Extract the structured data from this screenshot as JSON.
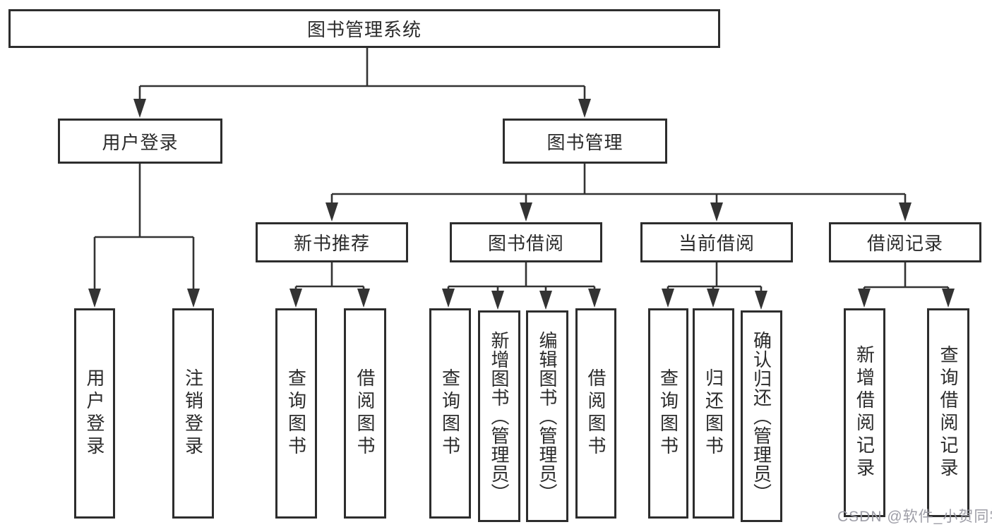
{
  "diagram_type": "hierarchy-tree",
  "colors": {
    "line": "#333333",
    "box_border": "#2d2d2d",
    "text": "#2b2b2b",
    "background": "#ffffff",
    "watermark": "#9898a1"
  },
  "tree": {
    "label": "图书管理系统",
    "children": [
      {
        "label": "用户登录",
        "children": [
          {
            "label": "用户登录"
          },
          {
            "label": "注销登录"
          }
        ]
      },
      {
        "label": "图书管理",
        "children": [
          {
            "label": "新书推荐",
            "children": [
              {
                "label": "查询图书"
              },
              {
                "label": "借阅图书"
              }
            ]
          },
          {
            "label": "图书借阅",
            "children": [
              {
                "label": "查询图书"
              },
              {
                "label": "新增图书（管理员）"
              },
              {
                "label": "编辑图书（管理员）"
              },
              {
                "label": "借阅图书"
              }
            ]
          },
          {
            "label": "当前借阅",
            "children": [
              {
                "label": "查询图书"
              },
              {
                "label": "归还图书"
              },
              {
                "label": "确认归还（管理员）"
              }
            ]
          },
          {
            "label": "借阅记录",
            "children": [
              {
                "label": "新增借阅记录"
              },
              {
                "label": "查询借阅记录"
              }
            ]
          }
        ]
      }
    ]
  },
  "watermark": {
    "text": "CSDN @软件_小贺同学"
  }
}
